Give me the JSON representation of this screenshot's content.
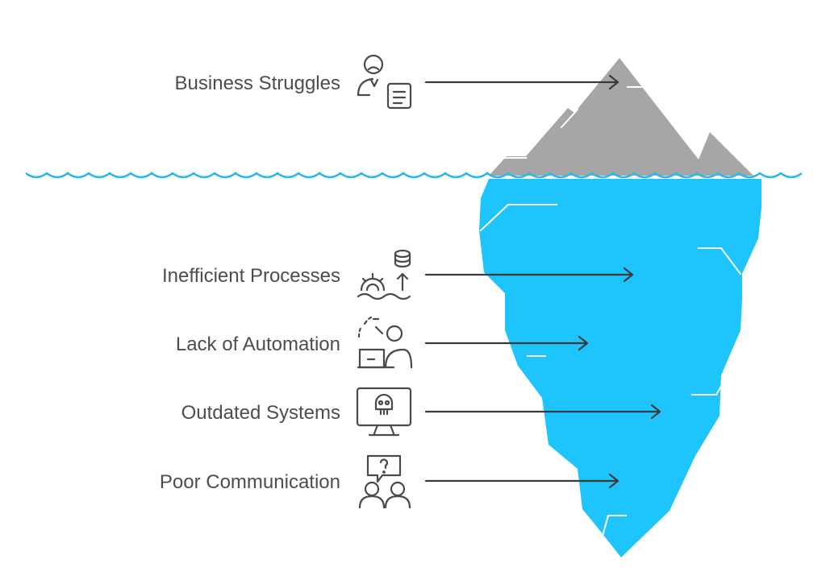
{
  "tip": {
    "label": "Business Struggles",
    "icon": "frustrated-person-document-icon"
  },
  "items": [
    {
      "label": "Inefficient Processes",
      "icon": "gear-database-icon"
    },
    {
      "label": "Lack of Automation",
      "icon": "person-laptop-icon"
    },
    {
      "label": "Outdated Systems",
      "icon": "monitor-skull-icon"
    },
    {
      "label": "Poor Communication",
      "icon": "people-question-bubble-icon"
    }
  ],
  "colors": {
    "iceberg_top": "#a6a6a6",
    "iceberg_bottom": "#1ec5fd",
    "water_line": "#2ab7ea",
    "text": "#4d4d4d",
    "arrow": "#3a3a3a"
  }
}
